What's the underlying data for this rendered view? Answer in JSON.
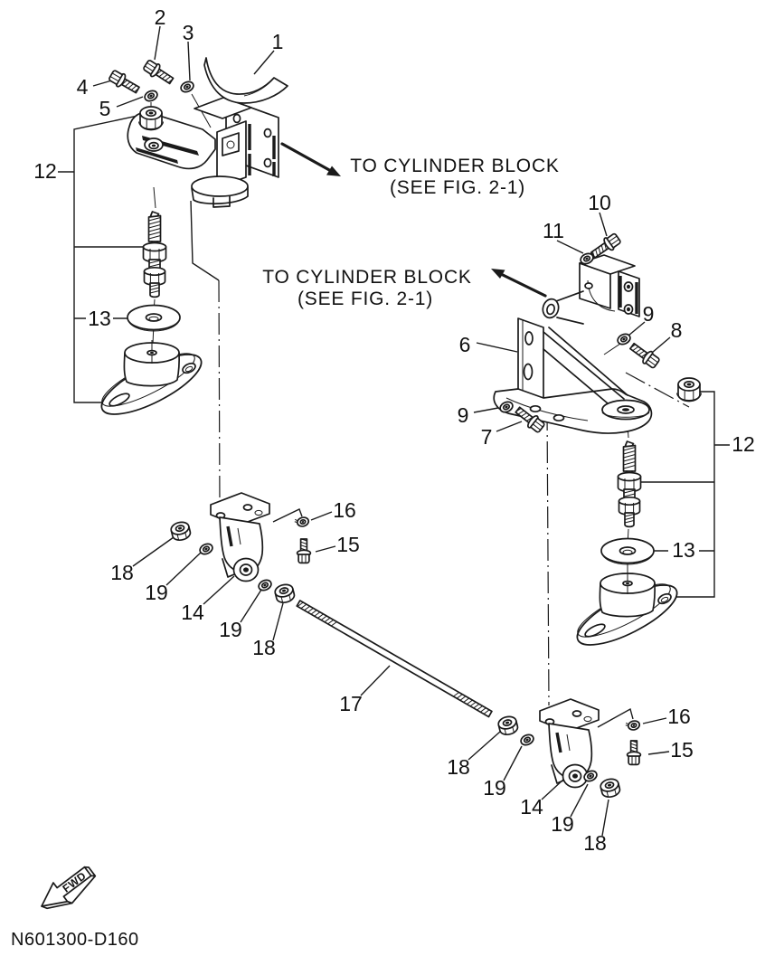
{
  "colors": {
    "ink": "#1a1a1a",
    "background": "#ffffff"
  },
  "diagram": {
    "code": "N601300-D160",
    "fwd": "FWD",
    "annotations": {
      "upper": {
        "line1": "TO CYLINDER BLOCK",
        "line2": "(SEE FIG. 2-1)"
      },
      "lower": {
        "line1": "TO CYLINDER BLOCK",
        "line2": "(SEE FIG. 2-1)"
      }
    },
    "callouts": {
      "c1": "1",
      "c2": "2",
      "c3": "3",
      "c4": "4",
      "c5": "5",
      "c6": "6",
      "c7": "7",
      "c8": "8",
      "c9a": "9",
      "c9b": "9",
      "c10": "10",
      "c11": "11",
      "c12a": "12",
      "c12b": "12",
      "c13a": "13",
      "c13b": "13",
      "c14a": "14",
      "c14b": "14",
      "c15a": "15",
      "c15b": "15",
      "c16a": "16",
      "c16b": "16",
      "c17": "17",
      "c18a": "18",
      "c18b": "18",
      "c18c": "18",
      "c18d": "18",
      "c19a": "19",
      "c19b": "19",
      "c19c": "19",
      "c19d": "19"
    }
  }
}
